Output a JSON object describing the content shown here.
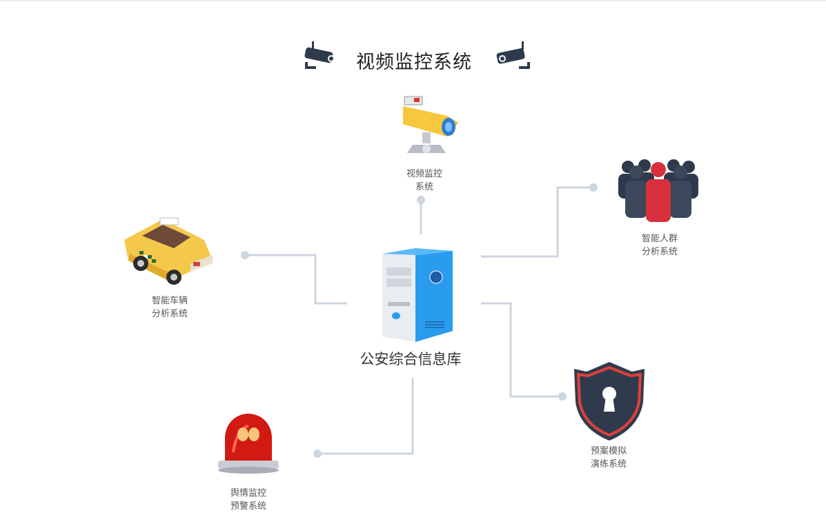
{
  "header": {
    "title": "视频监控系统"
  },
  "center": {
    "label": "公安综合信息库"
  },
  "nodes": {
    "video": {
      "line1": "视频监控",
      "line2": "系统"
    },
    "crowd": {
      "line1": "智能人群",
      "line2": "分析系统"
    },
    "vehicle": {
      "line1": "智能车辆",
      "line2": "分析系统"
    },
    "plan": {
      "line1": "预案模拟",
      "line2": "演练系统"
    },
    "alarm": {
      "line1": "舆情监控",
      "line2": "预警系统"
    }
  },
  "colors": {
    "connector": "#cdd5de",
    "server_blue": "#2a9cf0",
    "alarm_red": "#d11a12",
    "taxi_yellow": "#f4c84a",
    "shield_dark": "#2f3b4c",
    "shield_red": "#e0403a"
  },
  "icons": [
    "cctv-camera-icon",
    "server-icon",
    "taxi-icon",
    "crowd-icon",
    "shield-lock-icon",
    "siren-icon"
  ]
}
